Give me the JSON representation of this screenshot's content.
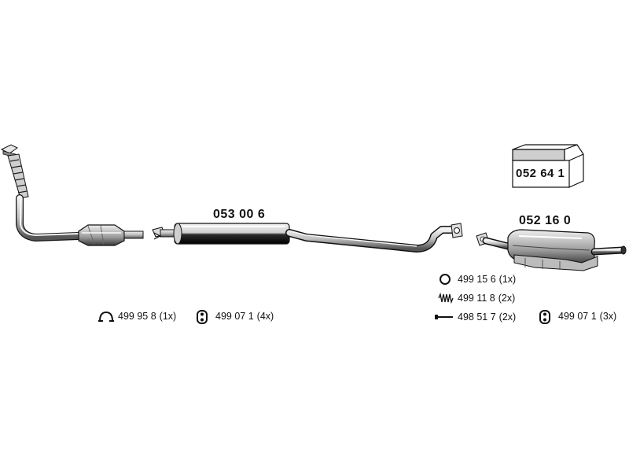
{
  "parts": {
    "front_pipe_catalyst": {
      "code": ""
    },
    "centre_silencer": {
      "code": "053 00 6"
    },
    "rear_silencer": {
      "code": "052 16 0"
    },
    "kit_box": {
      "code": "052 64 1"
    }
  },
  "hardware_left": [
    {
      "icon": "clamp-icon",
      "code": "499 95 8",
      "qty": "(1x)"
    },
    {
      "icon": "rubber-hanger-icon",
      "code": "499 07 1",
      "qty": "(4x)"
    }
  ],
  "hardware_right": [
    {
      "icon": "ring-gasket-icon",
      "code": "499 15 6",
      "qty": "(1x)"
    },
    {
      "icon": "spring-icon",
      "code": "499 11 8",
      "qty": "(2x)"
    },
    {
      "icon": "bolt-icon",
      "code": "498 51 7",
      "qty": "(2x)"
    },
    {
      "icon": "rubber-hanger-icon",
      "code": "499 07 1",
      "qty": "(3x)"
    }
  ],
  "colors": {
    "ink": "#111111",
    "metal_light": "#d9d9d9",
    "metal_mid": "#a6a6a6",
    "metal_dark": "#555555",
    "background": "#ffffff"
  }
}
